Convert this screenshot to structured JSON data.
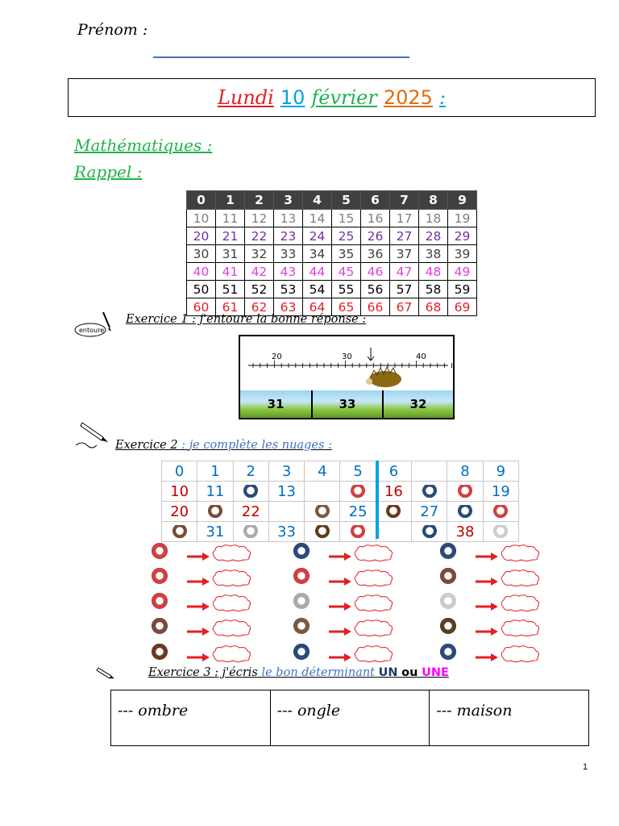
{
  "header": {
    "prenom_label": "Prénom :",
    "date_parts": [
      {
        "text": "Lundi",
        "color": "#e41e26"
      },
      {
        "text": "10",
        "color": "#00a2e8"
      },
      {
        "text": "février",
        "color": "#22b14c"
      },
      {
        "text": "2025",
        "color": "#e36c0a"
      },
      {
        "text": ":",
        "color": "#00a2e8"
      }
    ]
  },
  "sections": {
    "math": "Mathématiques :",
    "rappel": "Rappel :"
  },
  "number_grid": {
    "header": [
      "0",
      "1",
      "2",
      "3",
      "4",
      "5",
      "6",
      "7",
      "8",
      "9"
    ],
    "rows": [
      {
        "color": "#7f7f7f",
        "cells": [
          "10",
          "11",
          "12",
          "13",
          "14",
          "15",
          "16",
          "17",
          "18",
          "19"
        ]
      },
      {
        "color": "#7030a0",
        "cells": [
          "20",
          "21",
          "22",
          "23",
          "24",
          "25",
          "26",
          "27",
          "28",
          "29"
        ]
      },
      {
        "color": "#404040",
        "cells": [
          "30",
          "31",
          "32",
          "33",
          "34",
          "35",
          "36",
          "37",
          "38",
          "39"
        ]
      },
      {
        "color": "#e040e0",
        "cells": [
          "40",
          "41",
          "42",
          "43",
          "44",
          "45",
          "46",
          "47",
          "48",
          "49"
        ]
      },
      {
        "color": "#000000",
        "cells": [
          "50",
          "51",
          "52",
          "53",
          "54",
          "55",
          "56",
          "57",
          "58",
          "59"
        ]
      },
      {
        "color": "#e41e26",
        "cells": [
          "60",
          "61",
          "62",
          "63",
          "64",
          "65",
          "66",
          "67",
          "68",
          "69"
        ]
      }
    ]
  },
  "exercise1": {
    "icon_label": "entoure",
    "title": "Exercice 1 : j'entoure la bonne réponse :",
    "ruler_ticks": [
      "20",
      "30",
      "40"
    ],
    "answers": [
      "31",
      "33",
      "32"
    ]
  },
  "exercise2": {
    "title_prefix": "Exercice 2",
    "title_colon": " : ",
    "title_rest": "je complète les nuages :",
    "header": [
      "0",
      "1",
      "2",
      "3",
      "4",
      "5",
      "6",
      "",
      "8",
      "9"
    ],
    "rows": [
      [
        "10",
        "11",
        "",
        "13",
        "",
        "",
        "16",
        "",
        "",
        "19"
      ],
      [
        "20",
        "",
        "22",
        "",
        "",
        "25",
        "",
        "27",
        "",
        ""
      ],
      [
        "",
        "31",
        "",
        "33",
        "",
        "",
        "",
        "",
        "38",
        ""
      ]
    ]
  },
  "exercise3": {
    "title_prefix": "Exercice 3 : j'écris",
    "title_mid": "le bon déterminant",
    "un": "UN",
    "ou": "ou",
    "une": "UNE",
    "words": [
      "--- ombre",
      "--- ongle",
      "--- maison"
    ]
  },
  "page_number": "1"
}
